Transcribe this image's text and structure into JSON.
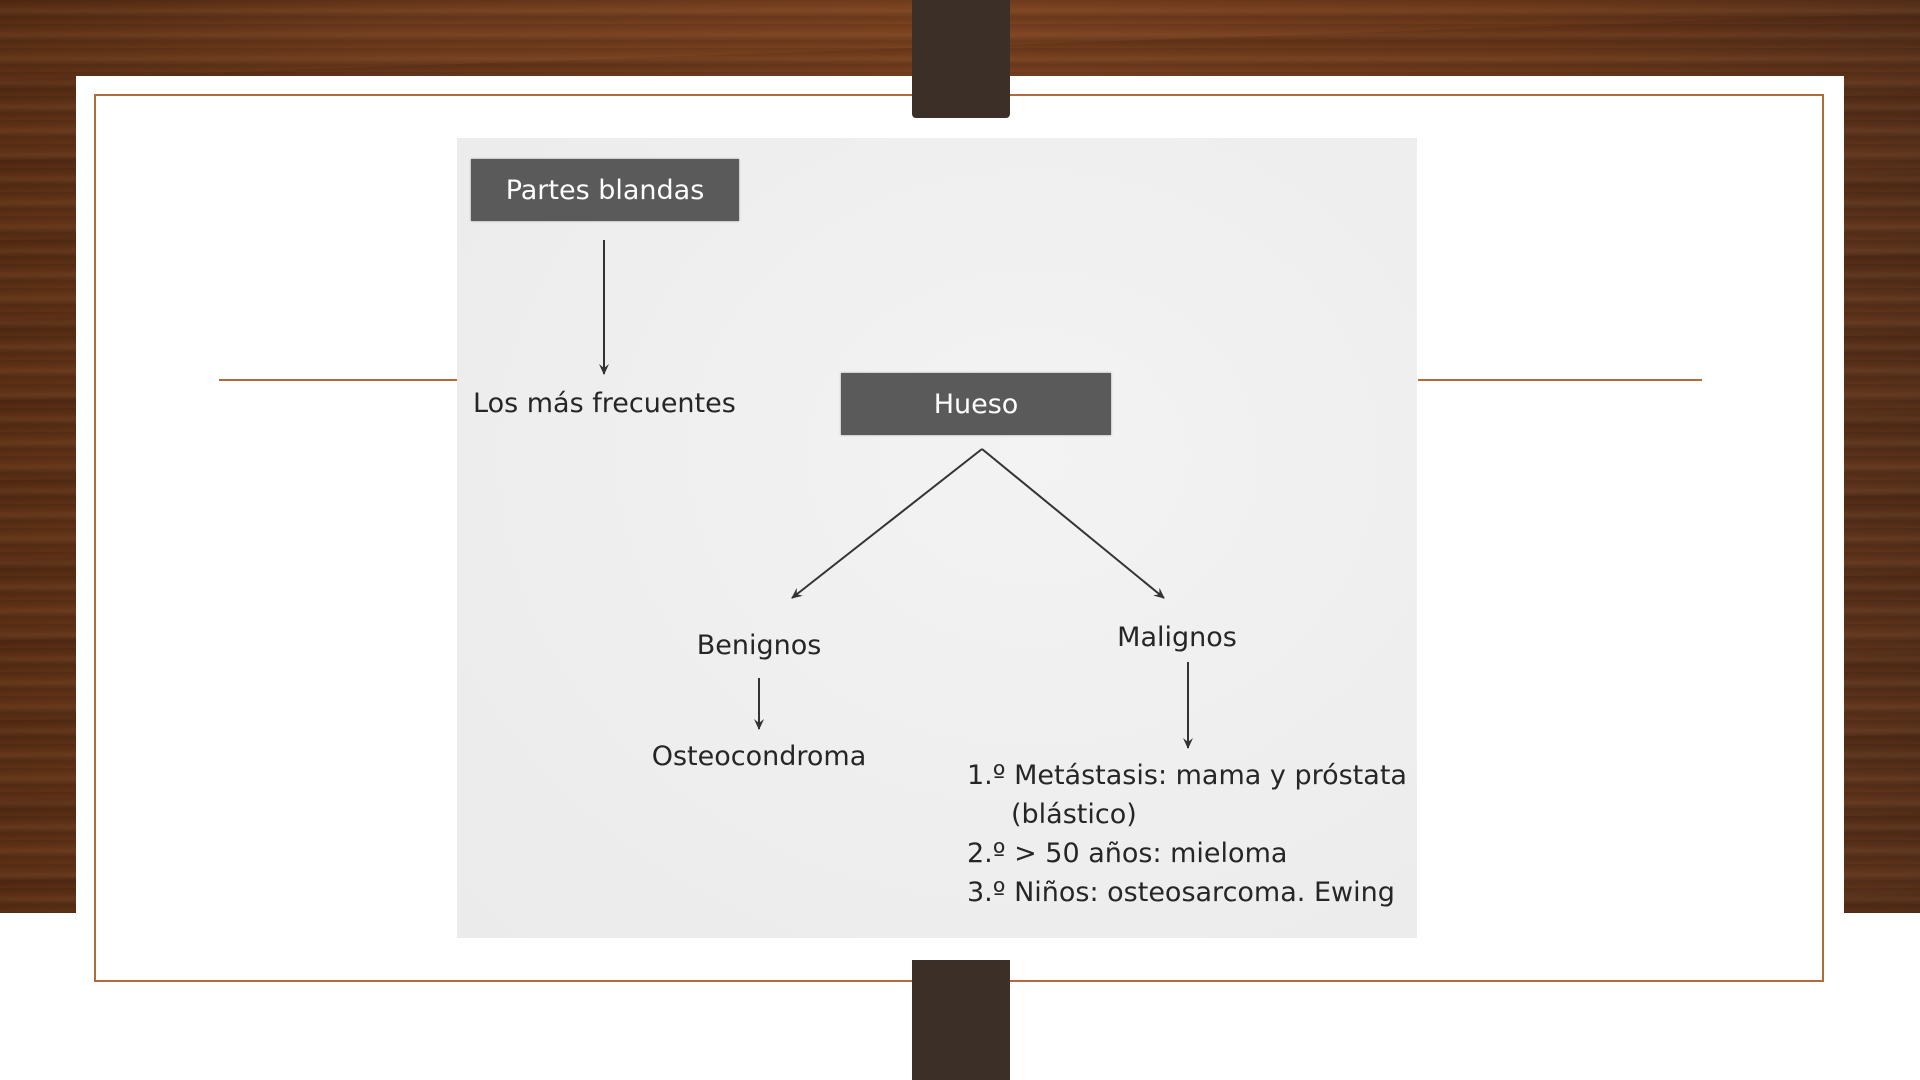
{
  "diagram": {
    "soft_tissue_box": "Partes blandas",
    "soft_tissue_note": "Los más frecuentes",
    "bone_box": "Hueso",
    "benign": {
      "label": "Benignos",
      "item": "Osteocondroma"
    },
    "malignant": {
      "label": "Malignos",
      "items": [
        "1.º Metástasis: mama y próstata",
        "(blástico)",
        "2.º > 50 años: mieloma",
        "3.º Niños: osteosarcoma. Ewing"
      ]
    }
  },
  "colors": {
    "accent_line": "#b26a3c",
    "box_fill": "#5a5a5a",
    "tab": "#3b2f27",
    "wood": "#6e3b1c"
  }
}
